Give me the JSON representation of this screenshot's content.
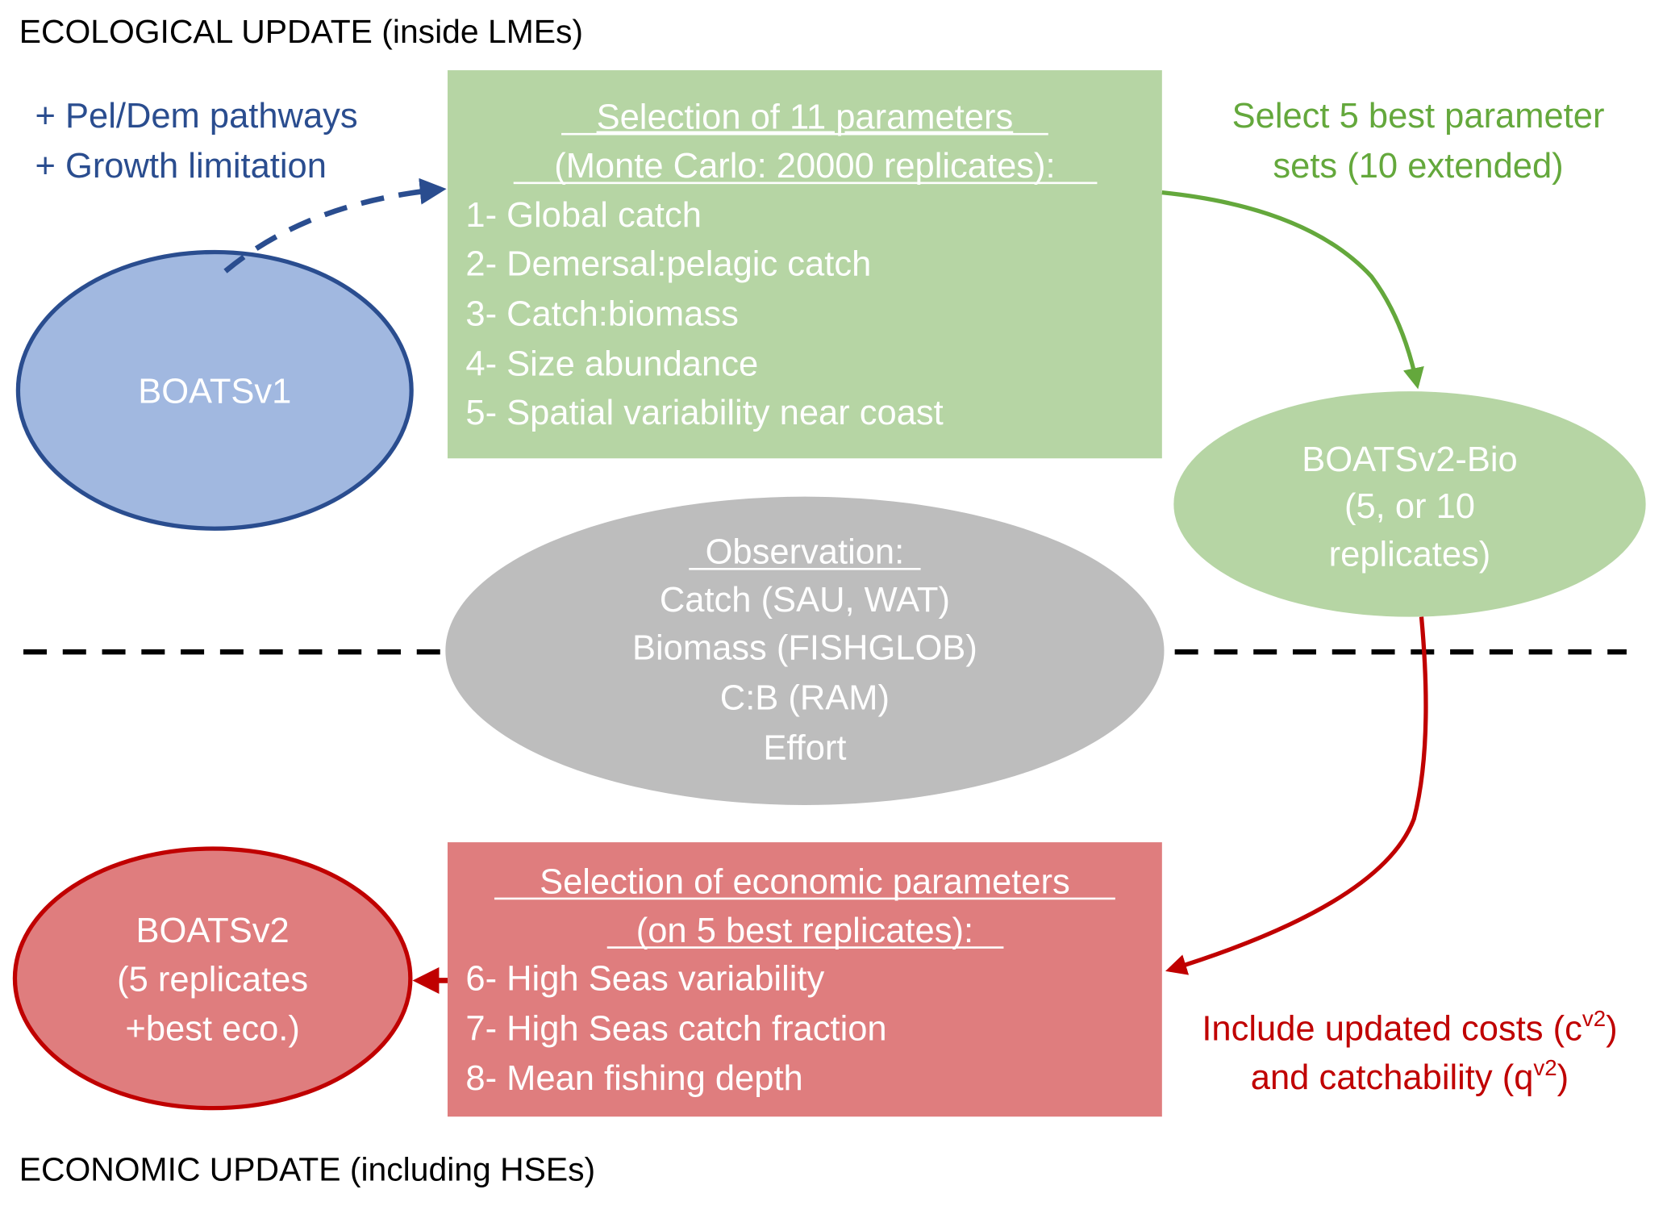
{
  "headings": {
    "ecological": "ECOLOGICAL UPDATE (inside LMEs)",
    "economic": "ECONOMIC UPDATE (including HSEs)"
  },
  "additions": [
    "+ Pel/Dem pathways",
    "+ Growth limitation"
  ],
  "boats_v1": {
    "label": "BOATSv1"
  },
  "eco_box": {
    "title1": "Selection of 11 parameters",
    "title2": "(Monte Carlo: 20000 replicates):",
    "items": [
      "1- Global catch",
      "2- Demersal:pelagic catch",
      "3- Catch:biomass",
      "4- Size abundance",
      "5- Spatial variability near coast"
    ]
  },
  "select_note": [
    "Select 5 best parameter",
    "sets (10 extended)"
  ],
  "boats_v2_bio": {
    "lines": [
      "BOATSv2-Bio",
      "(5, or 10",
      "replicates)"
    ]
  },
  "observation": {
    "title": "Observation:",
    "lines": [
      "Catch (SAU, WAT)",
      "Biomass (FISHGLOB)",
      "C:B (RAM)",
      "Effort"
    ]
  },
  "econ_box": {
    "title1": "Selection of economic parameters",
    "title2": "(on 5 best replicates):",
    "items": [
      "6- High Seas variability",
      "7- High Seas catch fraction",
      "8- Mean fishing depth"
    ]
  },
  "boats_v2": {
    "lines": [
      "BOATSv2",
      "(5 replicates",
      "+best eco.)"
    ]
  },
  "include_note": {
    "line1_pre": "Include updated costs (c",
    "line1_sup": "v2",
    "line1_post": ")",
    "line2_pre": "and catchability (q",
    "line2_sup": "v2",
    "line2_post": ")"
  },
  "colors": {
    "blue_fill": "#a1b8e0",
    "blue_stroke": "#2a4d8f",
    "blue_text": "#2a4d8f",
    "green_fill": "#b6d5a4",
    "green_text": "#64a83c",
    "grey_fill": "#bdbdbd",
    "red_fill": "#df7d7e",
    "red_stroke": "#c00000",
    "red_text": "#c00000"
  }
}
